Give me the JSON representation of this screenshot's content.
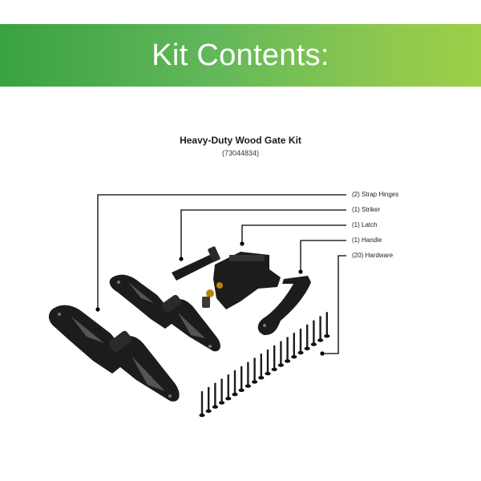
{
  "banner": {
    "title": "Kit Contents:",
    "gradient_start": "#39a23f",
    "gradient_end": "#9dcf47"
  },
  "product": {
    "title": "Heavy-Duty Wood Gate Kit",
    "sku": "(73044834)"
  },
  "callouts": [
    {
      "label": "(2) Strap Hinges",
      "icon": "strap-hinge-icon"
    },
    {
      "label": "(1) Striker",
      "icon": "striker-icon"
    },
    {
      "label": "(1) Latch",
      "icon": "latch-icon"
    },
    {
      "label": "(1) Handle",
      "icon": "handle-icon"
    },
    {
      "label": "(20) Hardware",
      "icon": "screw-icon"
    }
  ],
  "colors": {
    "hardware": "#1c1c1c",
    "leader_line": "#000000",
    "brass": "#b8860b"
  }
}
